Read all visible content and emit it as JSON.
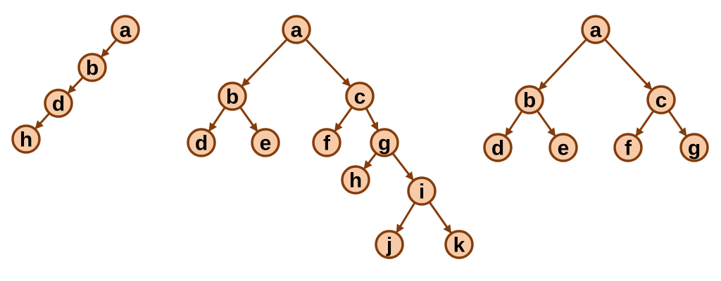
{
  "colors": {
    "node_fill": "#f8cba8",
    "node_stroke": "#843c0c",
    "edge": "#843c0c",
    "label": "#000000"
  },
  "trees": [
    {
      "name": "tree-1",
      "nodes": [
        "a",
        "b",
        "d",
        "h"
      ],
      "edges": [
        [
          "a",
          "b"
        ],
        [
          "b",
          "d"
        ],
        [
          "d",
          "h"
        ]
      ]
    },
    {
      "name": "tree-2",
      "nodes": [
        "a",
        "b",
        "c",
        "d",
        "e",
        "f",
        "g",
        "h",
        "i",
        "j",
        "k"
      ],
      "edges": [
        [
          "a",
          "b"
        ],
        [
          "a",
          "c"
        ],
        [
          "b",
          "d"
        ],
        [
          "b",
          "e"
        ],
        [
          "c",
          "f"
        ],
        [
          "c",
          "g"
        ],
        [
          "g",
          "h"
        ],
        [
          "g",
          "i"
        ],
        [
          "i",
          "j"
        ],
        [
          "i",
          "k"
        ]
      ]
    },
    {
      "name": "tree-3",
      "nodes": [
        "a",
        "b",
        "c",
        "d",
        "e",
        "f",
        "g"
      ],
      "edges": [
        [
          "a",
          "b"
        ],
        [
          "a",
          "c"
        ],
        [
          "b",
          "d"
        ],
        [
          "b",
          "e"
        ],
        [
          "c",
          "f"
        ],
        [
          "c",
          "g"
        ]
      ]
    }
  ]
}
